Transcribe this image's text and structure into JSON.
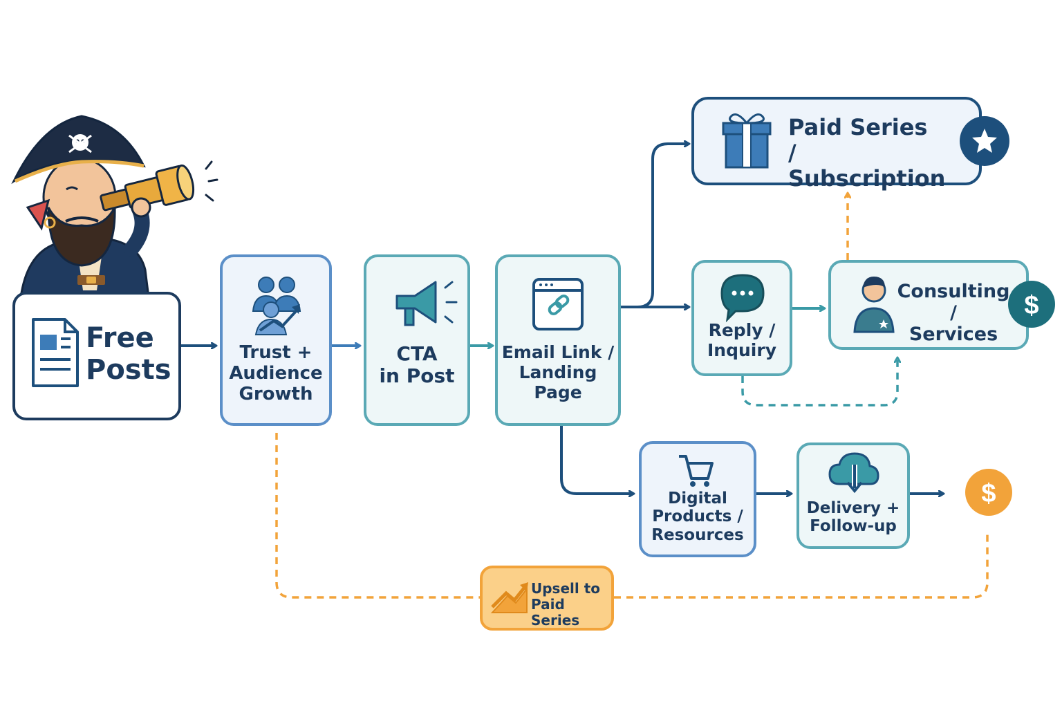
{
  "nodes": {
    "free_posts": "Free\nPosts",
    "trust": "Trust +\nAudience\nGrowth",
    "cta": "CTA\nin Post",
    "email": "Email Link /\nLanding Page",
    "paid_series": "Paid Series /\nSubscription",
    "reply": "Reply /\nInquiry",
    "consulting": "Consulting /\nServices",
    "digital": "Digital\nProducts /\nResources",
    "delivery": "Delivery +\nFollow-up",
    "upsell": "Upsell to\nPaid Series"
  },
  "badges": {
    "consulting_symbol": "$",
    "digital_end_symbol": "$"
  },
  "icons": {
    "mascot": "pirate-with-spyglass",
    "free_posts": "document-icon",
    "trust": "audience-growth-icon",
    "cta": "megaphone-icon",
    "email": "browser-link-icon",
    "paid_series": "gift-icon",
    "paid_series_badge": "star-icon",
    "reply": "chat-bubble-icon",
    "consulting": "person-icon",
    "digital": "shopping-cart-icon",
    "delivery": "cloud-download-icon",
    "upsell": "upward-trend-icon"
  },
  "colors": {
    "navy": "#1d4f7c",
    "blue": "#3d7cb8",
    "teal": "#3a9aa6",
    "orange": "#f2a33a",
    "node_fill": "#eef5fb",
    "upsell_fill": "#fbd089",
    "text": "#1d3b5e"
  }
}
